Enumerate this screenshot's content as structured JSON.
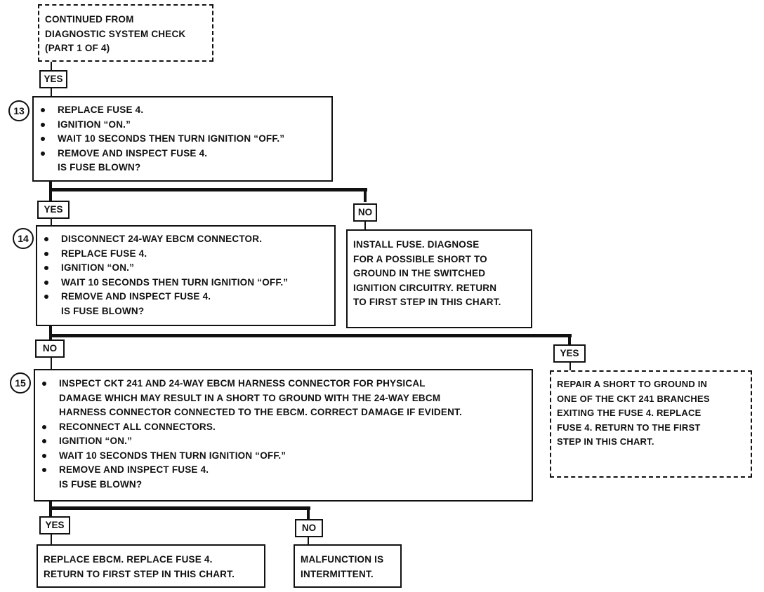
{
  "start_box": [
    "CONTINUED FROM",
    "DIAGNOSTIC SYSTEM CHECK",
    "(PART 1 OF 4)"
  ],
  "labels": {
    "yes": "YES",
    "no": "NO"
  },
  "steps": [
    {
      "number": "13",
      "bullets": [
        "REPLACE FUSE 4.",
        "IGNITION “ON.”",
        "WAIT 10 SECONDS THEN TURN IGNITION “OFF.”",
        "REMOVE AND INSPECT FUSE 4."
      ],
      "question": "IS FUSE BLOWN?"
    },
    {
      "number": "14",
      "bullets": [
        "DISCONNECT 24-WAY EBCM CONNECTOR.",
        "REPLACE FUSE 4.",
        "IGNITION “ON.”",
        "WAIT 10 SECONDS THEN TURN IGNITION “OFF.”",
        "REMOVE AND INSPECT FUSE 4."
      ],
      "question": "IS FUSE BLOWN?"
    },
    {
      "number": "15",
      "bullets": [
        [
          "INSPECT CKT 241 AND 24-WAY EBCM HARNESS CONNECTOR FOR PHYSICAL",
          "DAMAGE WHICH MAY RESULT IN A SHORT TO GROUND WITH THE 24-WAY EBCM",
          "HARNESS CONNECTOR CONNECTED TO THE EBCM.  CORRECT DAMAGE IF EVIDENT."
        ],
        [
          "RECONNECT ALL CONNECTORS."
        ],
        [
          "IGNITION “ON.”"
        ],
        [
          "WAIT 10 SECONDS THEN TURN IGNITION “OFF.”"
        ],
        [
          "REMOVE AND INSPECT FUSE 4."
        ]
      ],
      "question": "IS FUSE BLOWN?"
    }
  ],
  "outcomes": {
    "install_fuse": [
      "INSTALL FUSE. DIAGNOSE",
      "FOR A POSSIBLE SHORT TO",
      "GROUND IN THE SWITCHED",
      "IGNITION CIRCUITRY.  RETURN",
      "TO FIRST STEP IN THIS CHART."
    ],
    "repair_short": [
      "REPAIR  A SHORT TO GROUND IN",
      "ONE OF  THE CKT 241 BRANCHES",
      "EXITING  THE FUSE 4.  REPLACE",
      "FUSE 4.  RETURN TO THE FIRST",
      "STEP IN  THIS CHART."
    ],
    "replace_ebcm": [
      "REPLACE EBCM.  REPLACE FUSE 4.",
      "RETURN TO FIRST STEP IN THIS CHART."
    ],
    "intermittent": [
      "MALFUNCTION IS",
      "INTERMITTENT."
    ]
  }
}
